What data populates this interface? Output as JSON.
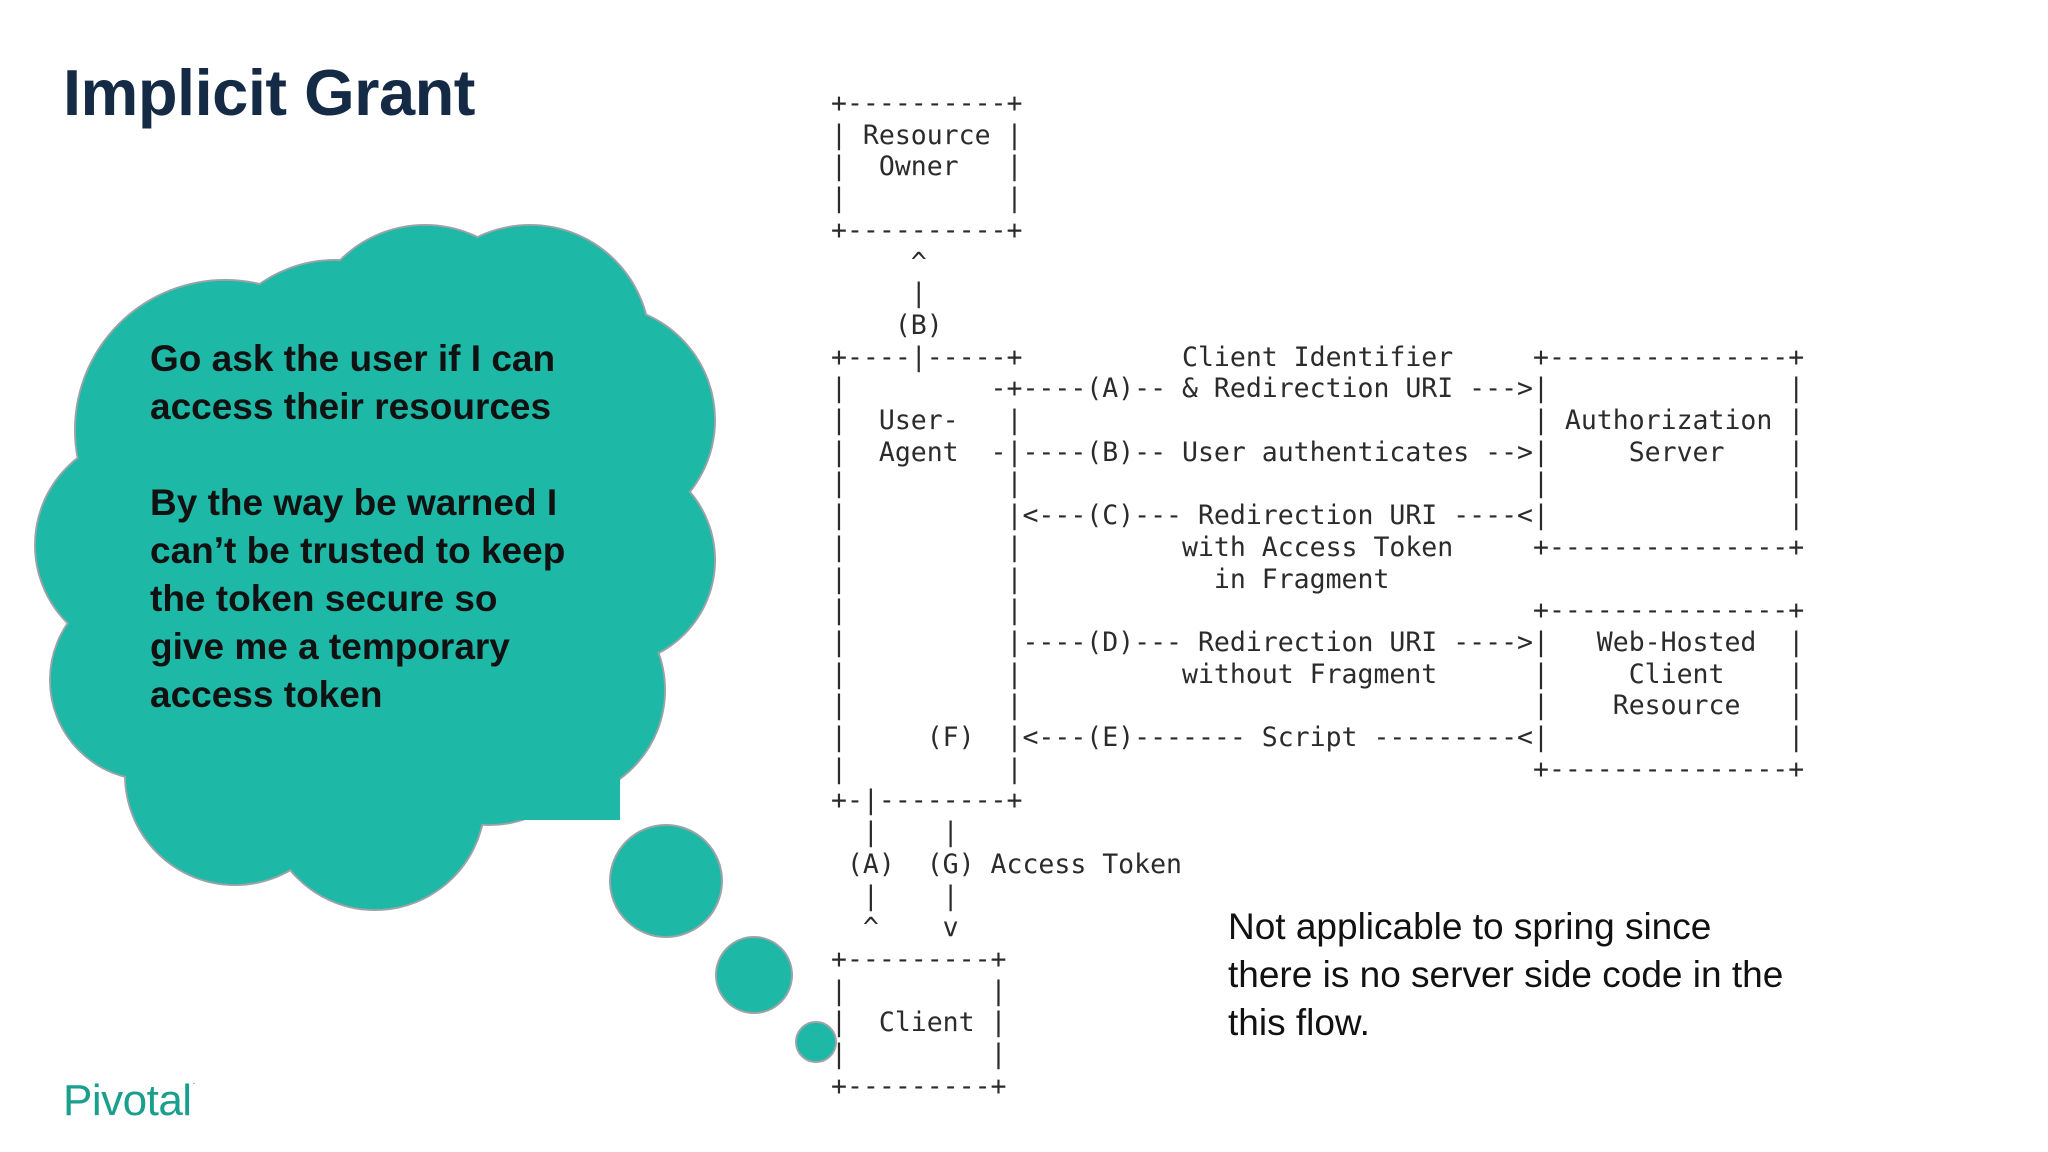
{
  "slide": {
    "title": "Implicit Grant"
  },
  "thought_cloud": {
    "fill": "#1eb8a6",
    "stroke": "#9aa3a8",
    "paragraphs": [
      "Go ask the user if I can access their resources",
      "By the way be warned I can’t be trusted to keep the token secure so give me a temporary access token"
    ]
  },
  "diagram": {
    "text": "+----------+\n| Resource |\n|  Owner   |\n|          |\n+----------+\n     ^\n     |\n    (B)\n+----|-----+          Client Identifier     +---------------+\n|         -+----(A)-- & Redirection URI --->|               |\n|  User-   |                                | Authorization |\n|  Agent  -|----(B)-- User authenticates -->|     Server    |\n|          |                                |               |\n|          |<---(C)--- Redirection URI ----<|               |\n|          |          with Access Token     +---------------+\n|          |            in Fragment\n|          |                                +---------------+\n|          |----(D)--- Redirection URI ---->|   Web-Hosted  |\n|          |          without Fragment      |     Client    |\n|          |                                |    Resource   |\n|     (F)  |<---(E)------- Script ---------<|               |\n|          |                                +---------------+\n+-|--------+\n  |    |\n (A)  (G) Access Token\n  |    |\n  ^    v\n+---------+\n|         |\n|  Client |\n|         |\n+---------+"
  },
  "note": {
    "text": "Not applicable to spring since there is no server side code in the this flow."
  },
  "footer": {
    "logo_text": "Pivotal",
    "logo_mark": "."
  },
  "colors": {
    "title": "#142a45",
    "accent": "#1eb8a6",
    "logo": "#1a9e8d"
  }
}
